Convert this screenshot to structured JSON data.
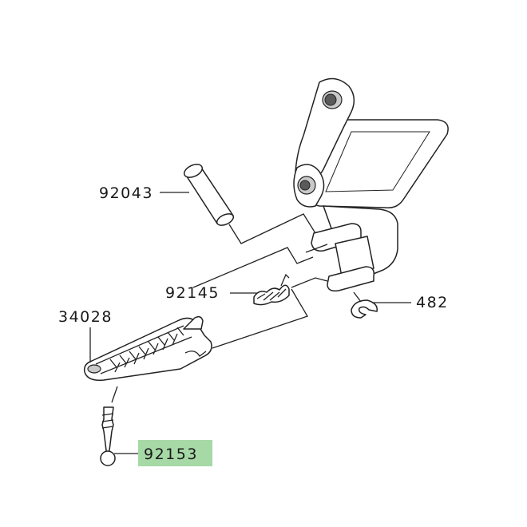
{
  "diagram": {
    "highlight_color": "#a6d9a6",
    "parts": [
      {
        "id": "92043",
        "label": "92043",
        "highlighted": false
      },
      {
        "id": "92145",
        "label": "92145",
        "highlighted": false
      },
      {
        "id": "34028",
        "label": "34028",
        "highlighted": false
      },
      {
        "id": "482",
        "label": "482",
        "highlighted": false
      },
      {
        "id": "92153",
        "label": "92153",
        "highlighted": true
      }
    ]
  }
}
